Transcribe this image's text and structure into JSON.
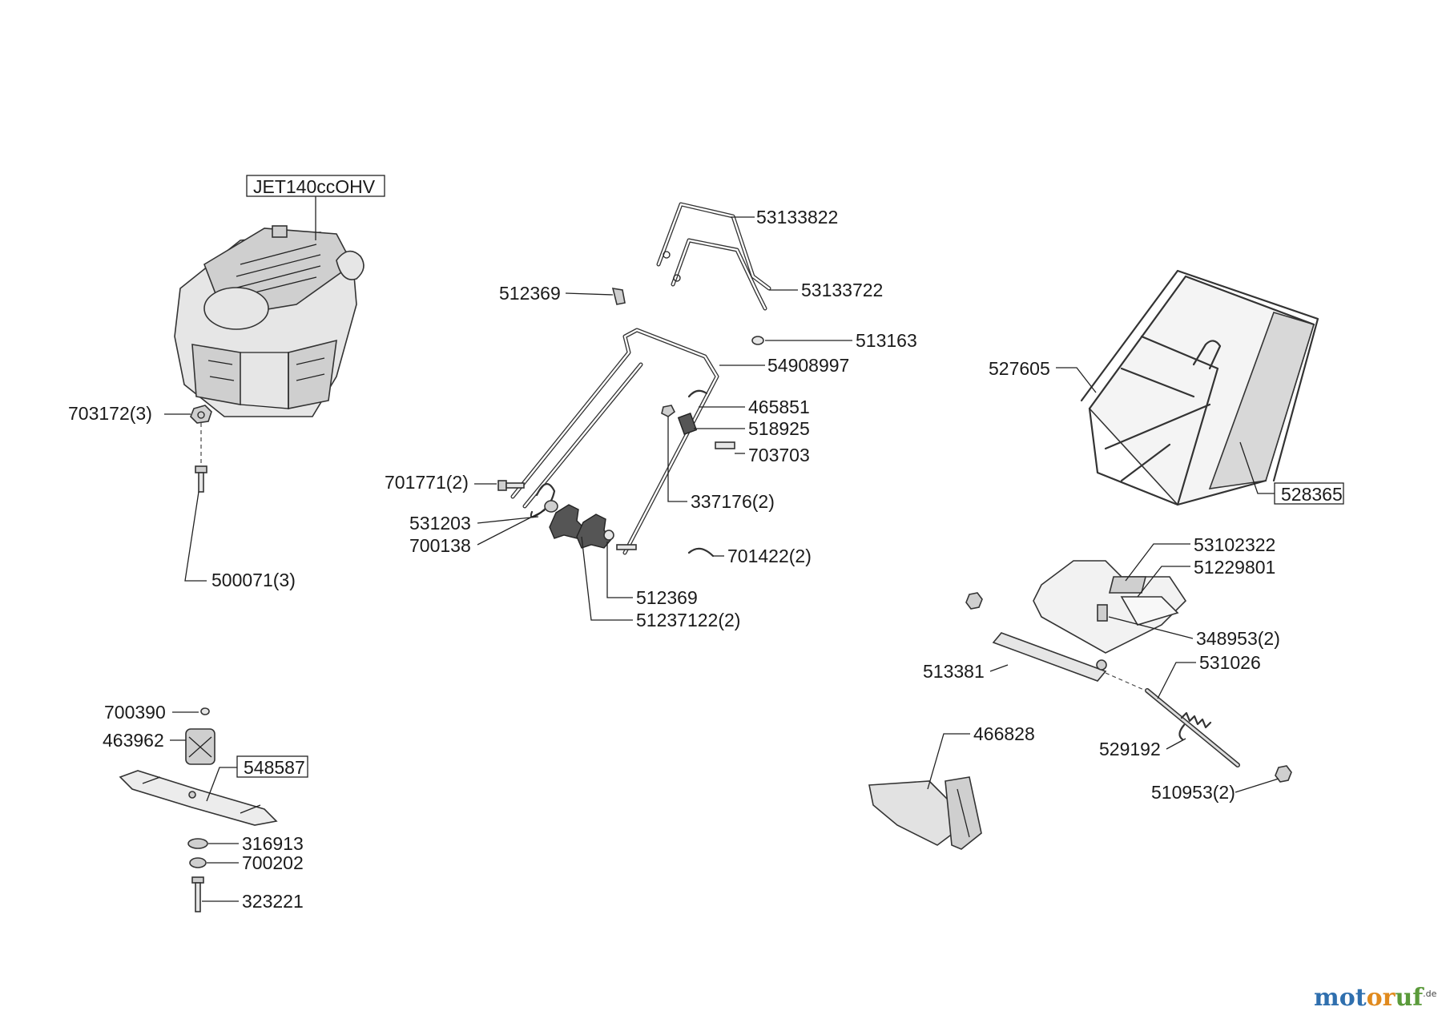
{
  "labels": {
    "engine": "JET140ccOHV",
    "p703172": "703172(3)",
    "p500071": "500071(3)",
    "p53133822": "53133822",
    "p53133722": "53133722",
    "p512369_top": "512369",
    "p513163": "513163",
    "p54908997": "54908997",
    "p465851": "465851",
    "p518925": "518925",
    "p703703": "703703",
    "p701771": "701771(2)",
    "p337176": "337176(2)",
    "p531203": "531203",
    "p700138": "700138",
    "p701422": "701422(2)",
    "p512369_bot": "512369",
    "p51237122": "51237122(2)",
    "p527605": "527605",
    "p528365": "528365",
    "p53102322": "53102322",
    "p51229801": "51229801",
    "p348953": "348953(2)",
    "p531026": "531026",
    "p513381": "513381",
    "p466828": "466828",
    "p529192": "529192",
    "p510953": "510953(2)",
    "p700390": "700390",
    "p463962": "463962",
    "p548587": "548587",
    "p316913": "316913",
    "p700202": "700202",
    "p323221": "323221"
  },
  "logo": {
    "part1": "mot",
    "part2": "or",
    "part3": "uf",
    "suffix": ".de"
  }
}
